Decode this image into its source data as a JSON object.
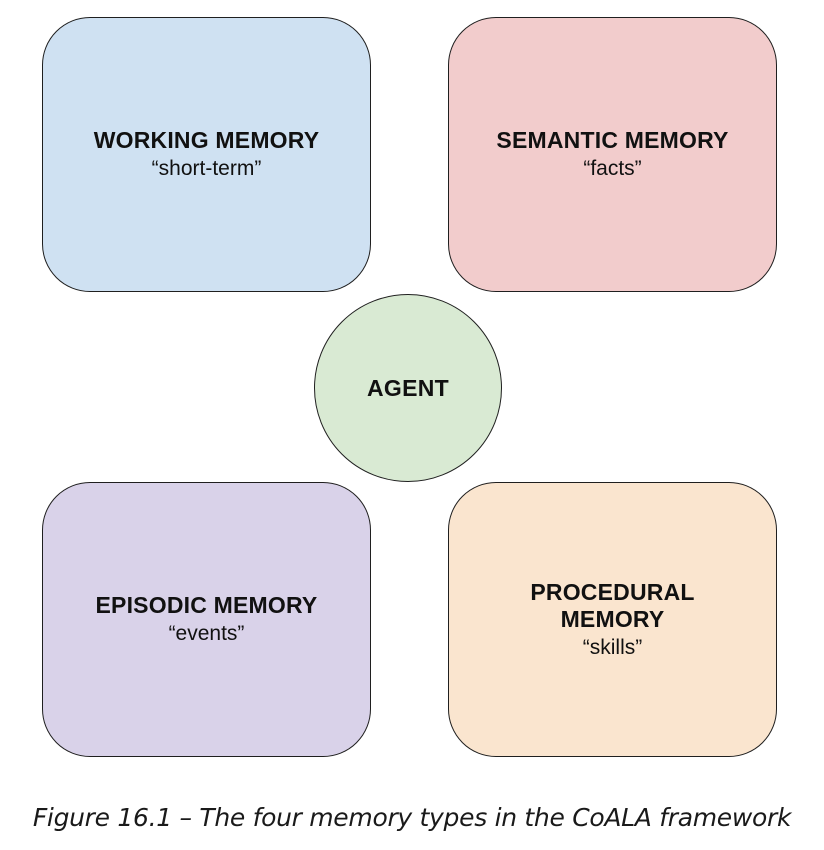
{
  "diagram": {
    "boxes": {
      "working": {
        "title": "WORKING MEMORY",
        "subtitle": "“short-term”",
        "color": "#cfe1f2"
      },
      "semantic": {
        "title": "SEMANTIC MEMORY",
        "subtitle": "“facts”",
        "color": "#f2cccc"
      },
      "episodic": {
        "title": "EPISODIC MEMORY",
        "subtitle": "“events”",
        "color": "#d9d2e9"
      },
      "procedural": {
        "title": "PROCEDURAL MEMORY",
        "subtitle": "“skills”",
        "color": "#fae5cf"
      }
    },
    "agent": {
      "label": "AGENT",
      "color": "#d9ead3"
    }
  },
  "caption": "Figure 16.1 – The four memory types in the CoALA framework"
}
